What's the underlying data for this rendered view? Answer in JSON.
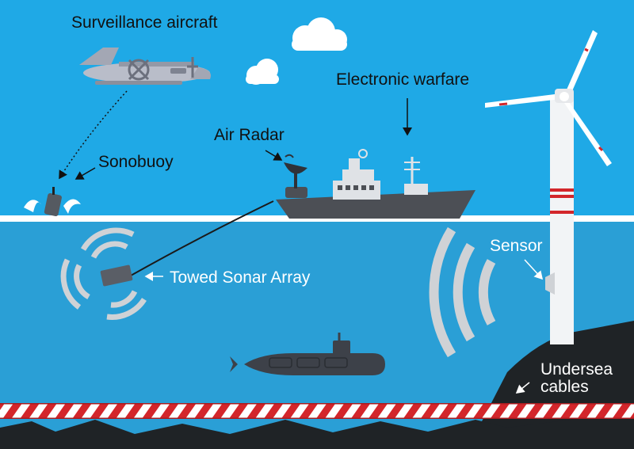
{
  "labels": {
    "surveillance_aircraft": "Surveillance aircraft",
    "electronic_warfare": "Electronic warfare",
    "air_radar": "Air Radar",
    "sonobuoy": "Sonobuoy",
    "towed_sonar_array": "Towed Sonar Array",
    "sensor": "Sensor",
    "undersea_cables": "Undersea\ncables"
  },
  "colors": {
    "sky": "#1fa9e6",
    "sea": "#2a9fd6",
    "surface": "#ffffff",
    "seabed": "#1f2326",
    "ship_hull": "#4c4f55",
    "cable_red": "#d3262b",
    "cable_white": "#ffffff"
  },
  "icons": {
    "aircraft": "aircraft-icon",
    "ship": "warship-icon",
    "submarine": "submarine-icon",
    "wind_turbine": "wind-turbine-icon",
    "sonobuoy": "sonobuoy-icon",
    "sonar_array": "towed-sonar-icon",
    "sensor": "sensor-icon",
    "radar_dish": "radar-dish-icon"
  }
}
